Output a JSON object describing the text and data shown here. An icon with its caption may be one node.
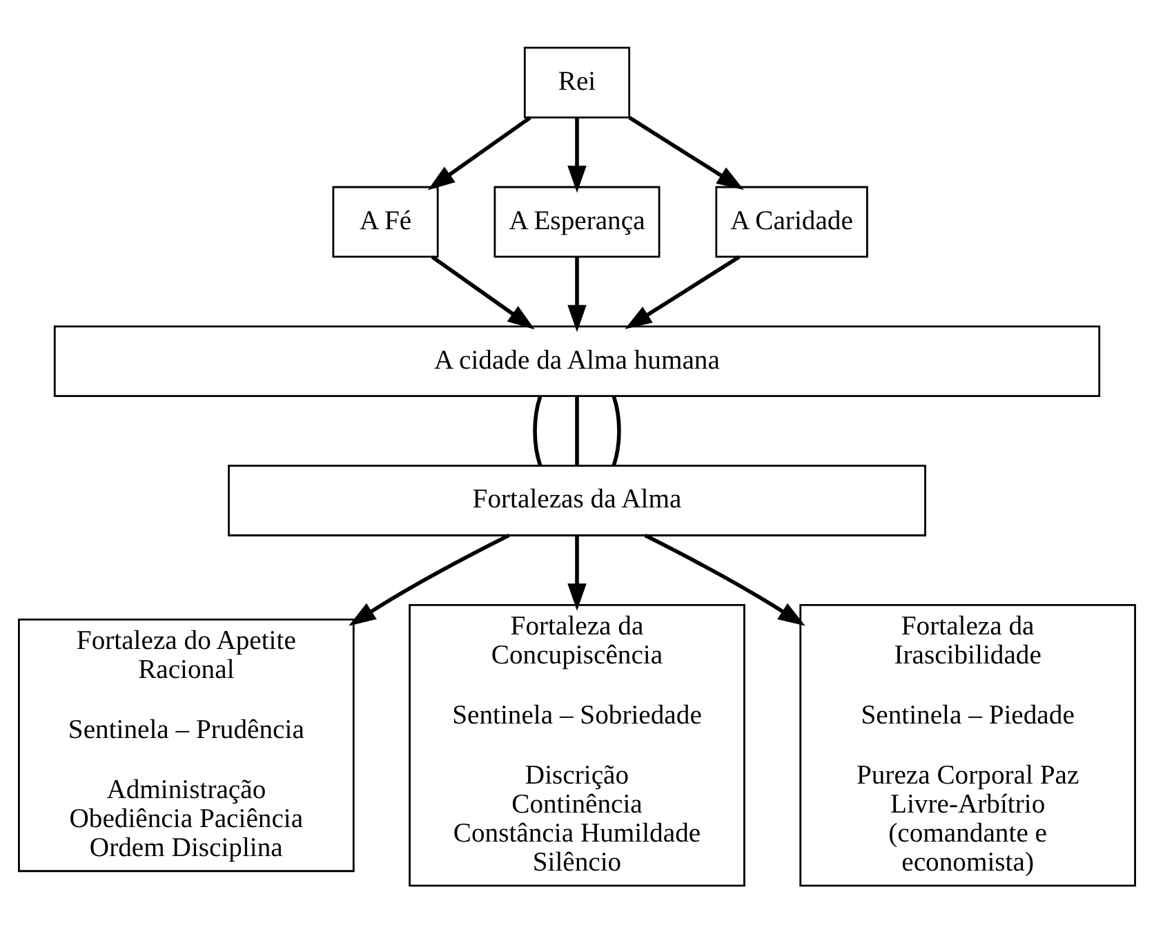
{
  "diagram": {
    "nodes": [
      {
        "text": [
          "Rei"
        ]
      },
      {
        "text": [
          "A Fé"
        ]
      },
      {
        "text": [
          "A Esperança"
        ]
      },
      {
        "text": [
          "A Caridade"
        ]
      },
      {
        "text": [
          "A cidade da Alma humana"
        ]
      },
      {
        "text": [
          "Fortalezas da Alma"
        ]
      },
      {
        "text": [
          "Fortaleza do Apetite Racional",
          "Sentinela – Prudência",
          "Administração Obediência Paciência Ordem Disciplina"
        ]
      },
      {
        "text": [
          "Fortaleza da Concupiscência",
          "Sentinela – Sobriedade",
          "Discrição Continência Constância Humildade Silêncio"
        ]
      },
      {
        "text": [
          "Fortaleza da Irascibilidade",
          "Sentinela – Piedade",
          "Pureza Corporal Paz Livre-Arbítrio (comandante e economista)"
        ]
      }
    ],
    "edges": [
      {
        "from": 0,
        "to": 1,
        "arrow": "to"
      },
      {
        "from": 0,
        "to": 2,
        "arrow": "to"
      },
      {
        "from": 0,
        "to": 3,
        "arrow": "to"
      },
      {
        "from": 1,
        "to": 4,
        "arrow": "to"
      },
      {
        "from": 2,
        "to": 4,
        "arrow": "to"
      },
      {
        "from": 3,
        "to": 4,
        "arrow": "to"
      },
      {
        "from": 4,
        "to": 5,
        "arrow": "none"
      },
      {
        "from": 4,
        "to": 5,
        "arrow": "none"
      },
      {
        "from": 4,
        "to": 5,
        "arrow": "none"
      },
      {
        "from": 5,
        "to": 6,
        "arrow": "to"
      },
      {
        "from": 5,
        "to": 7,
        "arrow": "to"
      },
      {
        "from": 5,
        "to": 8,
        "arrow": "to"
      }
    ]
  }
}
